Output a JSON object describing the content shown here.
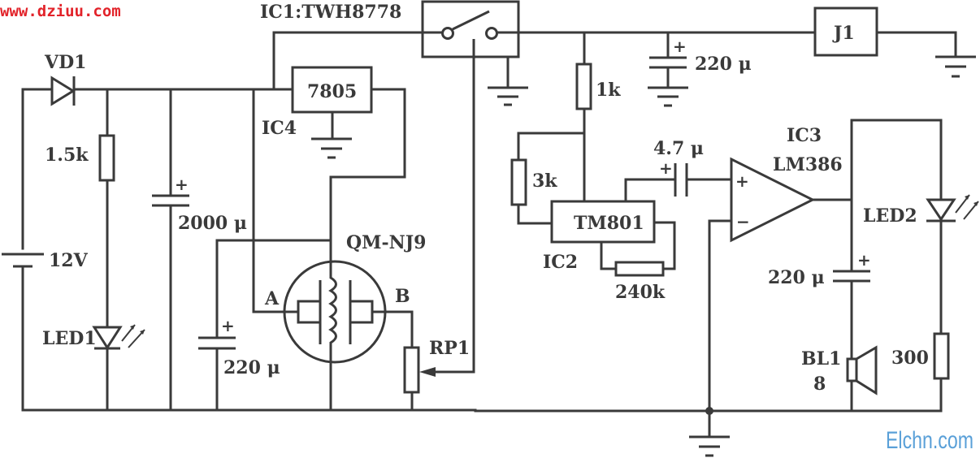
{
  "watermarks": {
    "top_left": "www.dziuu.com",
    "bottom_right": "Elchn.com"
  },
  "colors": {
    "wire": "#3a3a3a",
    "watermark_red": "#e2232a",
    "watermark_blue": "#5aa0d8",
    "background": "#ffffff"
  },
  "components": {
    "vd1": {
      "label": "VD1",
      "type": "diode"
    },
    "r_led1": {
      "label": "1.5k",
      "type": "resistor"
    },
    "battery": {
      "label": "12V",
      "type": "battery"
    },
    "led1": {
      "label": "LED1",
      "type": "led"
    },
    "c_2000": {
      "label": "2000 μ",
      "polarity": "+",
      "type": "electrolytic-capacitor"
    },
    "c_220_left": {
      "label": "220 μ",
      "polarity": "+",
      "type": "electrolytic-capacitor"
    },
    "ic1": {
      "label": "IC1:TWH8778",
      "type": "switch-ic"
    },
    "ic4": {
      "label": "IC4",
      "part": "7805",
      "type": "regulator"
    },
    "sensor": {
      "label": "QM-NJ9",
      "pin_a": "A",
      "pin_b": "B",
      "type": "gas-sensor"
    },
    "rp1": {
      "label": "RP1",
      "type": "potentiometer"
    },
    "r_1k": {
      "label": "1k",
      "type": "resistor"
    },
    "c_220_top": {
      "label": "220 μ",
      "polarity": "+",
      "type": "electrolytic-capacitor"
    },
    "j1": {
      "label": "J1",
      "type": "relay"
    },
    "r_3k": {
      "label": "3k",
      "type": "resistor"
    },
    "ic2": {
      "label": "IC2",
      "part": "TM801",
      "type": "ic"
    },
    "r_240k": {
      "label": "240k",
      "type": "resistor"
    },
    "c_4_7": {
      "label": "4.7 μ",
      "polarity": "+",
      "type": "capacitor"
    },
    "ic3": {
      "label": "IC3",
      "part": "LM386",
      "plus": "+",
      "minus": "−",
      "type": "amplifier"
    },
    "led2": {
      "label": "LED2",
      "type": "led"
    },
    "c_220_right": {
      "label": "220 μ",
      "polarity": "+",
      "type": "electrolytic-capacitor"
    },
    "bl1": {
      "label": "BL1",
      "value": "8",
      "type": "speaker"
    },
    "r_300": {
      "label": "300",
      "type": "resistor"
    }
  }
}
